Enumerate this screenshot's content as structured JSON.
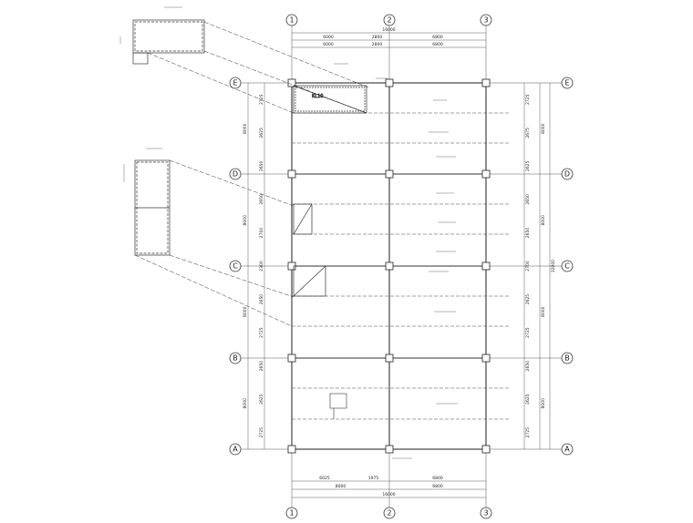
{
  "drawing": {
    "grid_columns": [
      "1",
      "2",
      "3"
    ],
    "grid_rows": [
      "E",
      "D",
      "C",
      "B",
      "A"
    ],
    "top_dims_row1": [
      "6000",
      "2800",
      "6800"
    ],
    "top_dims_row2": [
      "6000",
      "2800",
      "6800"
    ],
    "top_total": "16000",
    "bottom_dims_row1": [
      "6025",
      "1975",
      "6800"
    ],
    "bottom_dims_row2": [
      "8000",
      "6800"
    ],
    "bottom_total": "16000",
    "left_dims": [
      "2725",
      "2625",
      "2650",
      "2650",
      "2700",
      "2300",
      "2650",
      "2725",
      "2650",
      "2625",
      "2725"
    ],
    "left_bay_dims": [
      "8000",
      "8000",
      "8000",
      "8000"
    ],
    "right_dims": [
      "2725",
      "2675",
      "2625",
      "2650",
      "2650",
      "2700",
      "2625",
      "2725",
      "2650",
      "2625",
      "2725"
    ],
    "right_bay_dims": [
      "8000",
      "8000",
      "8000",
      "8000"
    ],
    "right_total": "32000",
    "stair_label": "KL10",
    "colors": {
      "line": "#333333",
      "grid": "#555555",
      "dash": "#444444"
    }
  }
}
